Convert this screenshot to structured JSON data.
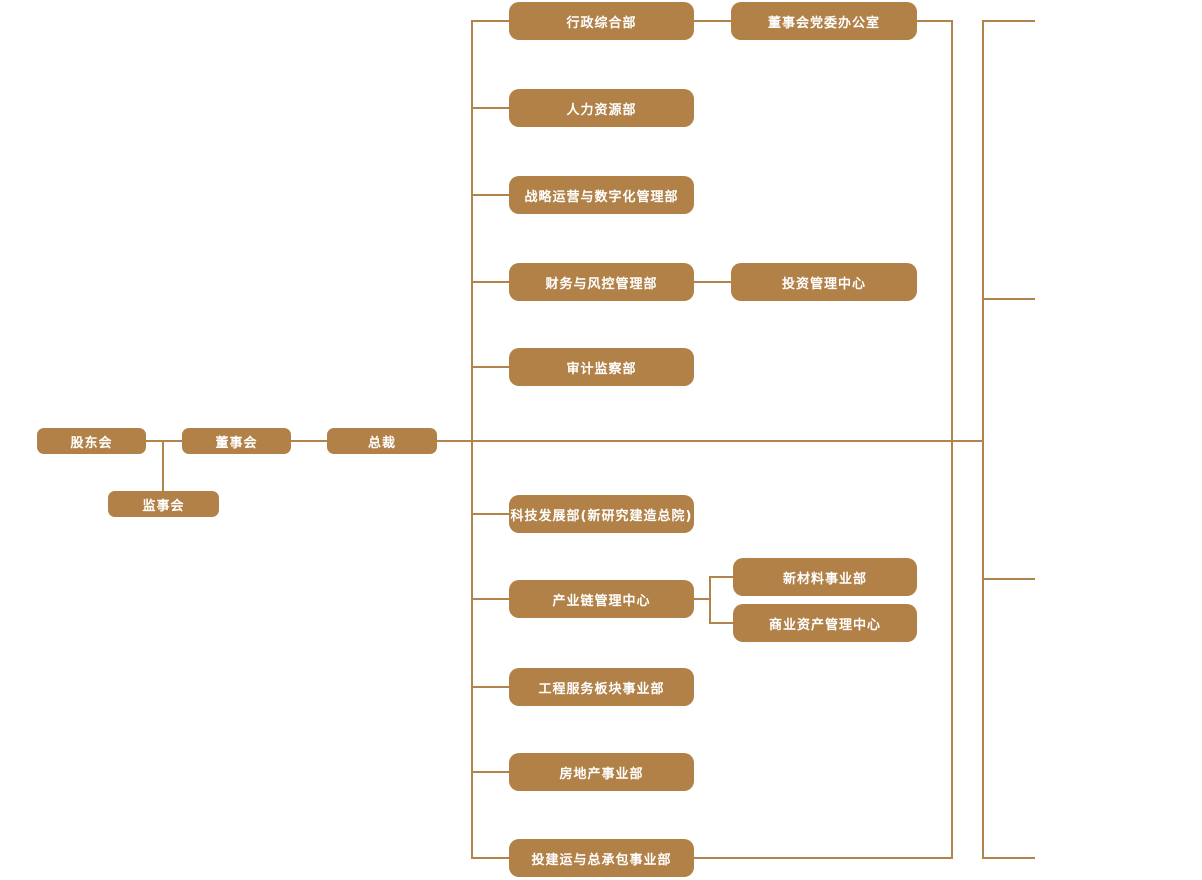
{
  "org": {
    "governance": {
      "shareholders": {
        "label": "股东会"
      },
      "board": {
        "label": "董事会"
      },
      "president": {
        "label": "总裁"
      },
      "supervisory": {
        "label": "监事会"
      }
    },
    "departments": [
      {
        "label": "行政综合部"
      },
      {
        "label": "人力资源部"
      },
      {
        "label": "战略运营与数字化管理部"
      },
      {
        "label": "财务与风控管理部"
      },
      {
        "label": "审计监察部"
      },
      {
        "label": "科技发展部(新研究建造总院)"
      },
      {
        "label": "产业链管理中心"
      },
      {
        "label": "工程服务板块事业部"
      },
      {
        "label": "房地产事业部"
      },
      {
        "label": "投建运与总承包事业部"
      }
    ],
    "affiliated": [
      {
        "label": "董事会党委办公室"
      },
      {
        "label": "投资管理中心"
      }
    ],
    "subsidiaries": [
      {
        "label": "新材料事业部"
      },
      {
        "label": "商业资产管理中心"
      }
    ],
    "colors": {
      "node_fill": "#b18148",
      "connector": "#b3834c",
      "node_text": "#ffffff",
      "background": "#ffffff"
    }
  }
}
